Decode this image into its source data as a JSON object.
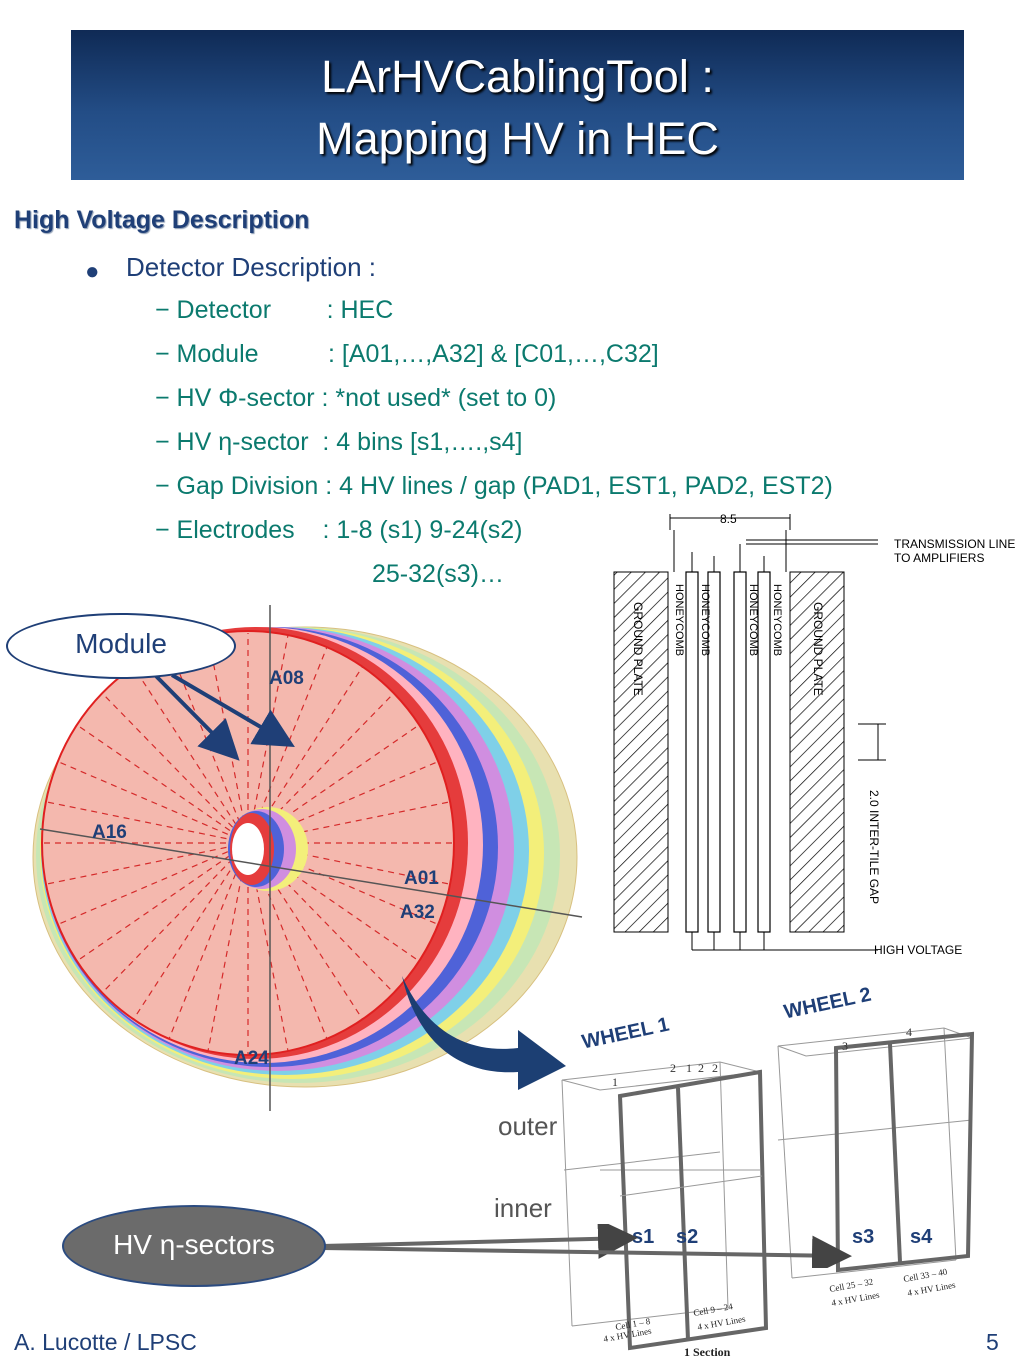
{
  "title": {
    "line1": "LArHVCablingTool :",
    "line2": "Mapping HV in HEC"
  },
  "section_heading": "High Voltage Description",
  "bullet": {
    "symbol": "●",
    "text": "Detector Description :"
  },
  "items": [
    "− Detector        : HEC",
    "− Module          : [A01,…,A32] & [C01,…,C32]",
    "− HV Φ-sector : *not used* (set to 0)",
    "− HV η-sector  : 4 bins [s1,….,s4]",
    "− Gap Division : 4 HV lines / gap (PAD1, EST1, PAD2, EST2)",
    "− Electrodes    : 1-8 (s1) 9-24(s2)"
  ],
  "items_continuation": "25-32(s3)…",
  "module_callout": "Module",
  "hv_callout": "HV η-sectors",
  "wheel_labels": {
    "a08": "A08",
    "a16": "A16",
    "a01": "A01",
    "a32": "A32",
    "a24": "A24"
  },
  "schematic": {
    "dimension": "8.5",
    "transmission": "TRANSMISSION LINE",
    "amplifiers": "TO AMPLIFIERS",
    "ground_plate": "GROUND PLATE",
    "honeycomb": "HONEYCOMB",
    "gap": "2.0 INTER-TILE GAP",
    "high_voltage": "HIGH VOLTAGE"
  },
  "wheels": {
    "wheel1": "WHEEL 1",
    "wheel2": "WHEEL 2",
    "outer": "outer",
    "inner": "inner",
    "s1": "s1",
    "s2": "s2",
    "s3": "s3",
    "s4": "s4",
    "w1_numbers": [
      "1",
      "2",
      "1",
      "2",
      "2"
    ],
    "w2_numbers": [
      "3",
      "4"
    ],
    "cell_1_8": "Cell 1 – 8",
    "cell_9_24": "Cell 9 – 24",
    "cell_25_32": "Cell 25 – 32",
    "cell_33_40": "Cell 33 – 40",
    "hv_lines": "4 x HV Lines",
    "section": "1 Section"
  },
  "footer": {
    "author": "A. Lucotte / LPSC",
    "page": "5"
  },
  "colors": {
    "title_bg": "#1c3f73",
    "heading": "#1f3f77",
    "item_text": "#0b7a6e",
    "wheel_fill": "#f4b8ae"
  }
}
